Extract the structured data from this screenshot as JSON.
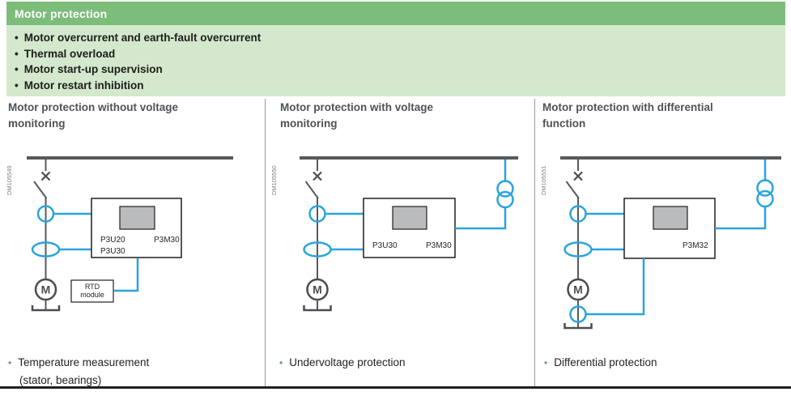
{
  "bullet_char": "•",
  "motor_label": "M",
  "header": {
    "title": "Motor protection",
    "bullets": [
      "Motor overcurrent and earth-fault overcurrent",
      "Thermal overload",
      "Motor start-up supervision",
      "Motor restart inhibition"
    ]
  },
  "columns": [
    {
      "doc_id": "DM105549",
      "title_line1": "Motor protection without voltage",
      "title_line2": "monitoring",
      "relay": {
        "label_a": "P3U20",
        "label_b": "P3M30",
        "label_c": "P3U30"
      },
      "rtd": {
        "line1": "RTD",
        "line2": "module"
      },
      "note_line1": "Temperature measurement",
      "note_line2": "(stator, bearings)"
    },
    {
      "doc_id": "DM105550",
      "title_line1": "Motor protection with voltage",
      "title_line2": "monitoring",
      "relay": {
        "label_a": "P3U30",
        "label_b": "P3M30"
      },
      "note_line1": "Undervoltage protection",
      "note_line2": ""
    },
    {
      "doc_id": "DM105551",
      "title_line1": "Motor protection with differential",
      "title_line2": "function",
      "relay": {
        "label_b": "P3M32"
      },
      "note_line1": "Differential protection",
      "note_line2": ""
    }
  ],
  "colors": {
    "header_bar_green": "#7cbd7a",
    "header_panel_green": "#d3e8cc",
    "diagram_blue": "#2aa4dc",
    "diagram_gray": "#58595b",
    "note_bullet_green": "#55a055",
    "text_dark": "#231f20",
    "title_slate": "#4d5358"
  }
}
